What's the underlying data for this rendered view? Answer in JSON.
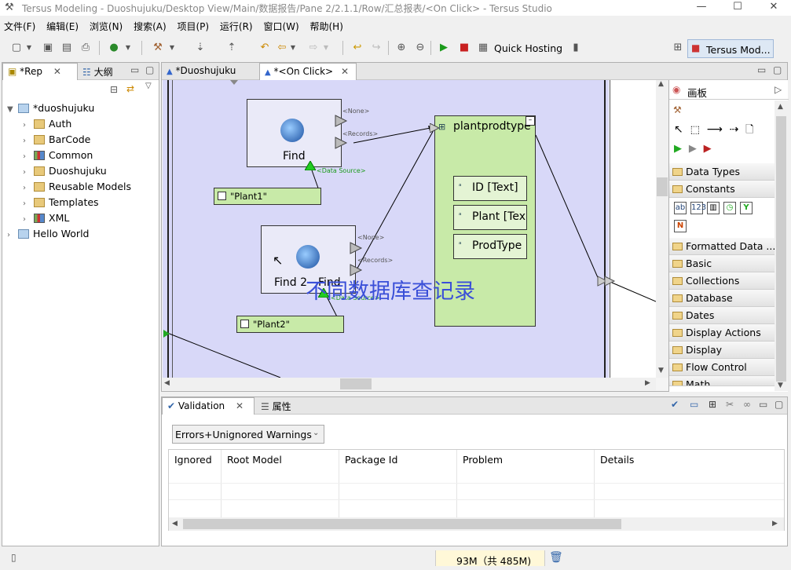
{
  "window": {
    "title": "Tersus Modeling  -  Duoshujuku/Desktop View/Main/数据报告/Pane 2/2.1.1/Row/汇总报表/<On Click>  -  Tersus Studio",
    "minimize": "—",
    "maximize": "☐",
    "close": "✕"
  },
  "menu": [
    "文件(F)",
    "编辑(E)",
    "浏览(N)",
    "搜索(A)",
    "项目(P)",
    "运行(R)",
    "窗口(W)",
    "帮助(H)"
  ],
  "toolbar": {
    "quick_hosting": "Quick Hosting",
    "perspective": "Tersus Mod..."
  },
  "left_panel": {
    "tabs": [
      {
        "label": "*Rep",
        "close": "✕"
      },
      {
        "label": "大纲"
      }
    ],
    "tree": [
      {
        "label": "*duoshujuku",
        "level": 0,
        "expanded": true,
        "type": "project"
      },
      {
        "label": "Auth",
        "level": 1,
        "type": "package"
      },
      {
        "label": "BarCode",
        "level": 1,
        "type": "package"
      },
      {
        "label": "Common",
        "level": 1,
        "type": "library"
      },
      {
        "label": "Duoshujuku",
        "level": 1,
        "type": "package"
      },
      {
        "label": "Reusable Models",
        "level": 1,
        "type": "package"
      },
      {
        "label": "Templates",
        "level": 1,
        "type": "package"
      },
      {
        "label": "XML",
        "level": 1,
        "type": "library"
      },
      {
        "label": "Hello World",
        "level": 0,
        "expanded": false,
        "type": "project"
      }
    ]
  },
  "editor": {
    "tabs": [
      {
        "label": "*Duoshujuku"
      },
      {
        "label": "*<On Click>",
        "close": "✕",
        "active": true
      }
    ],
    "diagram": {
      "find1": {
        "label": "Find",
        "port_none": "<None>",
        "port_records": "<Records>",
        "port_ds": "<Data Source>"
      },
      "find2": {
        "label": "Find 2 - Find",
        "port_none": "<None>",
        "port_records": "<Records>",
        "port_ds": "<Data Source>"
      },
      "const1": "\"Plant1\"",
      "const2": "\"Plant2\"",
      "entity": {
        "title": "plantprodtype",
        "fields": [
          "ID [Text]",
          "Plant [Tex",
          "ProdType"
        ]
      },
      "overlay_text": "不同数据库查记录"
    }
  },
  "palette": {
    "title": "画板",
    "categories": [
      "Data Types",
      "Constants",
      "Formatted Data ...",
      "Basic",
      "Collections",
      "Database",
      "Dates",
      "Display Actions",
      "Display",
      "Flow Control",
      "Math"
    ],
    "constant_icons": [
      "ab",
      "123",
      "bar",
      "clock",
      "Y",
      "N"
    ]
  },
  "bottom_panel": {
    "tabs": [
      {
        "label": "Validation",
        "close": "✕",
        "active": true
      },
      {
        "label": "属性"
      }
    ],
    "filter": "Errors+Unignored Warnings",
    "columns": [
      "Ignored",
      "Root Model",
      "Package Id",
      "Problem",
      "Details"
    ],
    "rows": []
  },
  "status": {
    "memory": "93M（共 485M)"
  },
  "colors": {
    "diagram_bg": "#d8d8f8",
    "entity_bg": "#c8eaa8",
    "overlay_text": "#3a4fd8"
  }
}
